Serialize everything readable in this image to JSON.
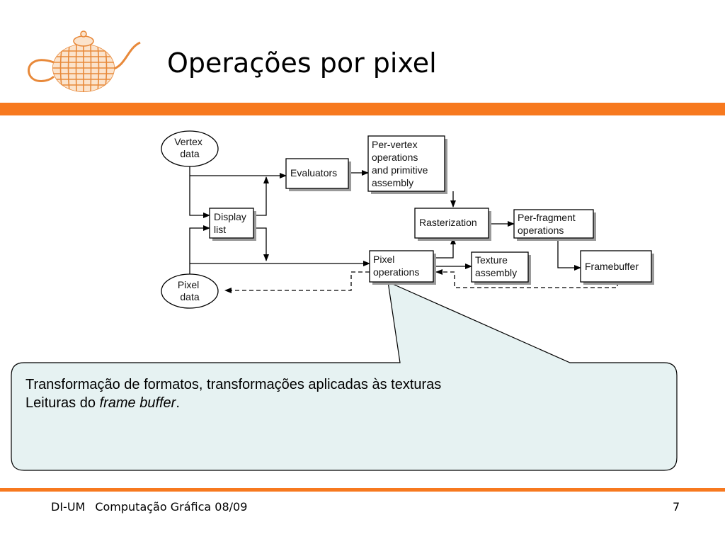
{
  "slide": {
    "title": "Operações por pixel"
  },
  "diagram": {
    "nodes": {
      "vertex_data": [
        "Vertex",
        "data"
      ],
      "pixel_data": [
        "Pixel",
        "data"
      ],
      "display_list": [
        "Display",
        "list"
      ],
      "evaluators": [
        "Evaluators"
      ],
      "per_vertex": [
        "Per-vertex",
        "operations",
        "and primitive",
        "assembly"
      ],
      "rasterization": [
        "Rasterization"
      ],
      "per_fragment": [
        "Per-fragment",
        "operations"
      ],
      "pixel_operations": [
        "Pixel",
        "operations"
      ],
      "texture_assembly": [
        "Texture",
        "assembly"
      ],
      "framebuffer": [
        "Framebuffer"
      ]
    }
  },
  "callout": {
    "line1": "Transformação de formatos, transformações aplicadas às texturas",
    "line2_prefix": "Leituras do ",
    "line2_emphasis": "frame buffer",
    "line2_suffix": "."
  },
  "footer": {
    "org": "DI-UM",
    "course": "Computação Gráfica 08/09",
    "page_number": "7"
  },
  "colors": {
    "accent_bar": "#f7791f",
    "callout_fill": "#e6f2f2",
    "box_shadow": "#9a9a9a"
  }
}
